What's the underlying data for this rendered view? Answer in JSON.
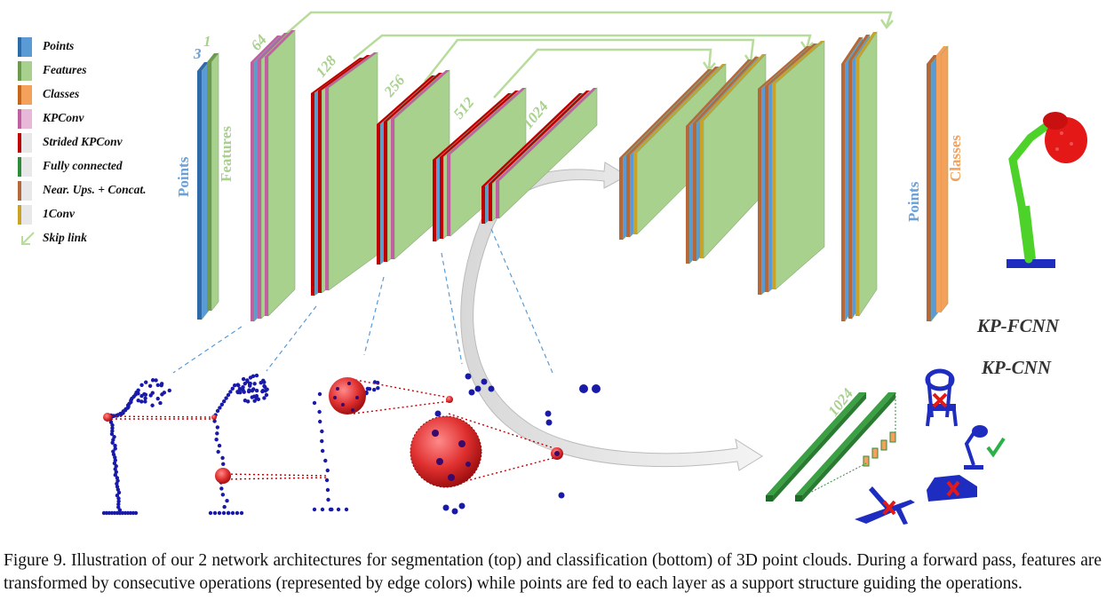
{
  "legend": {
    "items": [
      {
        "label": "Points",
        "front": "#5b9bd5",
        "side": "#2e6aa8"
      },
      {
        "label": "Features",
        "front": "#a9d18e",
        "side": "#6c9a4f"
      },
      {
        "label": "Classes",
        "front": "#f4a15b",
        "side": "#c4661c"
      },
      {
        "label": "KPConv",
        "front": "#e7b8d8",
        "side": "#c060a0"
      },
      {
        "label": "Strided KPConv",
        "front": "#e8e8e8",
        "side": "#c00000"
      },
      {
        "label": "Fully connected",
        "front": "#e8e8e8",
        "side": "#2e8b3a"
      },
      {
        "label": "Near. Ups. + Concat.",
        "front": "#e8e8e8",
        "side": "#b5683a"
      },
      {
        "label": "1Conv",
        "front": "#e8e8e8",
        "side": "#c9a227"
      },
      {
        "label": "Skip link",
        "front": "",
        "side": ""
      }
    ]
  },
  "encoder": {
    "input_dims": [
      "3",
      "1"
    ],
    "points_label": "Points",
    "features_label": "Features",
    "layer_dims": [
      "64",
      "128",
      "256",
      "512",
      "1024"
    ]
  },
  "decoder": {
    "points_label": "Points",
    "classes_label": "Classes"
  },
  "heads": {
    "segmentation": "KP-FCNN",
    "classification": "KP-CNN",
    "fc_dim": "1024"
  },
  "colors": {
    "points_blue": "#5b9bd5",
    "features_green": "#a9d18e",
    "classes_orange": "#f4a15b",
    "kpconv_pink": "#c060a0",
    "strided_red": "#c00000",
    "fc_green": "#2e8b3a",
    "upsample_brown": "#b5683a",
    "conv1_gold": "#c9a227",
    "point_cloud_blue": "#1a1aa8",
    "skip_link": "#b8dc9c",
    "dims_text": "#6aa0d8"
  },
  "caption": "Figure 9. Illustration of our 2 network architectures for segmentation (top) and classification (bottom) of 3D point clouds.  During a forward pass, features are transformed by consecutive operations (represented by edge colors) while points are fed to each layer as a support structure guiding the operations."
}
